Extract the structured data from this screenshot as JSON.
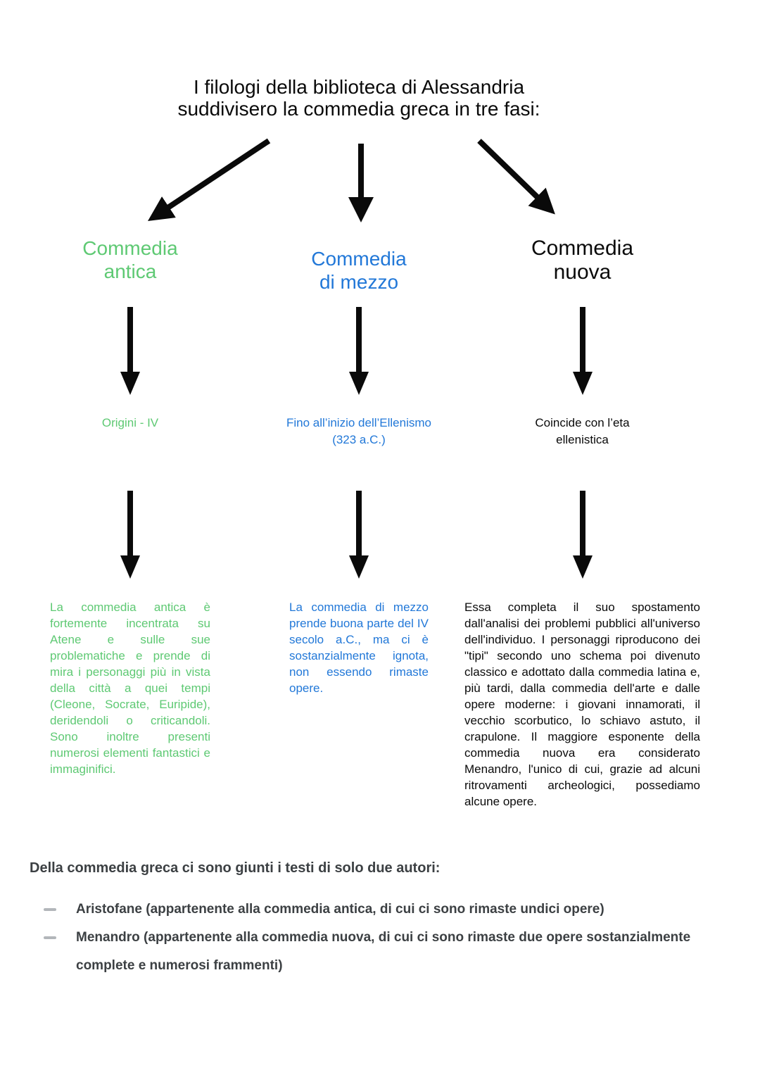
{
  "colors": {
    "commedia_antica": "#5ec973",
    "commedia_di_mezzo": "#2278d8",
    "commedia_nuova": "#0a0a0a",
    "footer_text": "#3c4043",
    "bullet_dash": "#b2b6ba"
  },
  "diagram": {
    "title": "I filologi della biblioteca di Alessandria\nsuddivisero la commedia greca in tre fasi:",
    "columns": [
      {
        "heading": "Commedia\nantica",
        "period": "Origini - IV",
        "description": "La commedia antica è fortemente incentrata su Atene e sulle sue problematiche e prende di mira i personaggi più in vista della città a quei tempi (Cleone, Socrate, Euripide), deridendoli o criticandoli. Sono inoltre presenti numerosi elementi fantastici e immaginifici."
      },
      {
        "heading": "Commedia\ndi mezzo",
        "period": "Fino all’inizio dell’Ellenismo\n(323 a.C.)",
        "description": "La commedia di mezzo prende buona parte del IV secolo a.C., ma ci è sostanzialmente ignota, non essendo rimaste opere."
      },
      {
        "heading": "Commedia\nnuova",
        "period": "Coincide con l’eta\nellenistica",
        "description": "Essa completa il suo spostamento dall'analisi dei problemi pubblici all'universo dell'individuo. I personaggi riproducono dei \"tipi\" secondo uno schema poi divenuto classico e adottato dalla commedia latina e, più tardi, dalla commedia dell'arte e dalle opere moderne: i giovani innamorati, il vecchio scorbutico, lo schiavo astuto, il crapulone. Il maggiore esponente della commedia nuova era considerato Menandro, l'unico di cui, grazie ad alcuni ritrovamenti archeologici, possediamo alcune opere."
      }
    ]
  },
  "footer": {
    "heading": "Della commedia greca ci sono giunti i testi di solo due autori:",
    "bullets": [
      "Aristofane (appartenente alla commedia antica, di cui ci sono rimaste undici opere)",
      "Menandro (appartenente alla commedia nuova, di cui ci sono rimaste due opere sostanzialmente complete e numerosi frammenti)"
    ]
  }
}
